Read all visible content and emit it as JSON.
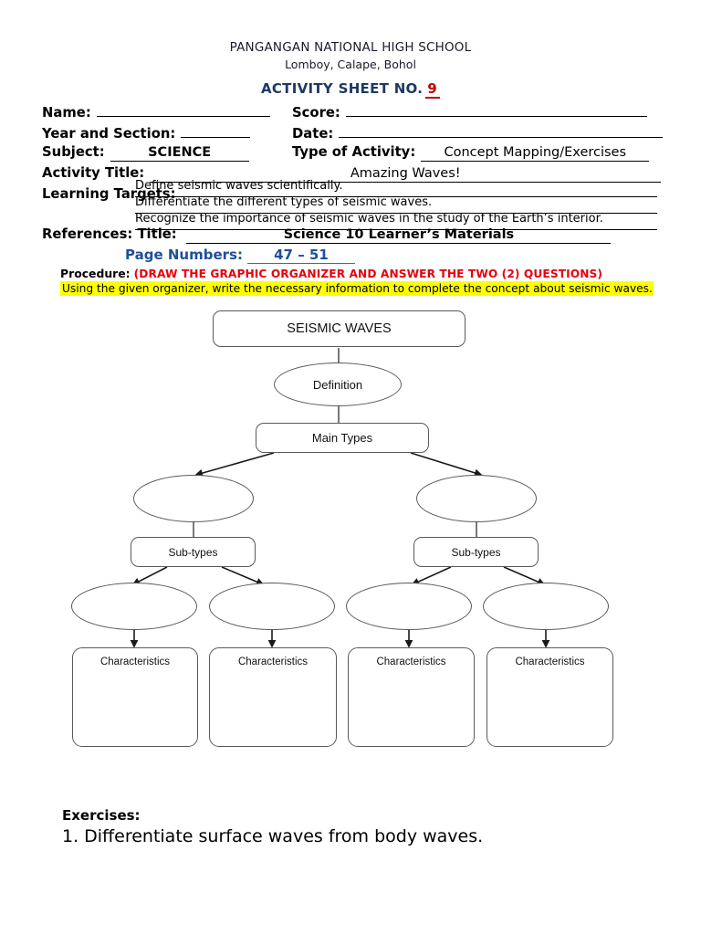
{
  "header": {
    "school_name": "PANGANGAN NATIONAL HIGH SCHOOL",
    "address": "Lomboy, Calape, Bohol",
    "sheet_title": "ACTIVITY SHEET NO.",
    "sheet_number": "9"
  },
  "form": {
    "name_label": "Name:",
    "name_value": "",
    "score_label": "Score:",
    "score_value": "",
    "year_section_label": "Year and Section:",
    "year_section_value": "",
    "date_label": "Date:",
    "date_value": "",
    "subject_label": "Subject:",
    "subject_value": "SCIENCE",
    "type_activity_label": "Type of Activity:",
    "type_activity_value": "Concept Mapping/Exercises",
    "activity_title_label": "Activity Title:",
    "activity_title_value": "Amazing Waves!",
    "learning_targets_label": "Learning Targets:",
    "learning_targets": [
      "Define seismic waves scientifically.",
      "Differentiate the different types of seismic waves.",
      "Recognize the importance of seismic waves in the study of the Earth’s interior."
    ],
    "references_label": "References: Title:",
    "references_value": "Science 10 Learner’s Materials",
    "page_numbers_label": "Page Numbers:",
    "page_numbers_value": "47 – 51"
  },
  "procedure": {
    "label": "Procedure:",
    "caps_text": "(DRAW THE GRAPHIC ORGANIZER AND ANSWER THE TWO (2) QUESTIONS)",
    "highlighted_text": "Using the given organizer, write the necessary information to complete the concept about seismic waves.",
    "caps_color": "#e8000d",
    "highlight_color": "#ffff00"
  },
  "diagram": {
    "title": "SEISMIC WAVES",
    "definition": "Definition",
    "main_types": "Main Types",
    "branch_left_ellipse": "",
    "branch_right_ellipse": "",
    "sub_types_left": "Sub-types",
    "sub_types_right": "Sub-types",
    "leaf_ellipse_1": "",
    "leaf_ellipse_2": "",
    "leaf_ellipse_3": "",
    "leaf_ellipse_4": "",
    "characteristics_1": "Characteristics",
    "characteristics_2": "Characteristics",
    "characteristics_3": "Characteristics",
    "characteristics_4": "Characteristics"
  },
  "exercises": {
    "heading": "Exercises:",
    "items": [
      {
        "number": "1.",
        "text": "Differentiate surface waves from body waves."
      }
    ]
  }
}
